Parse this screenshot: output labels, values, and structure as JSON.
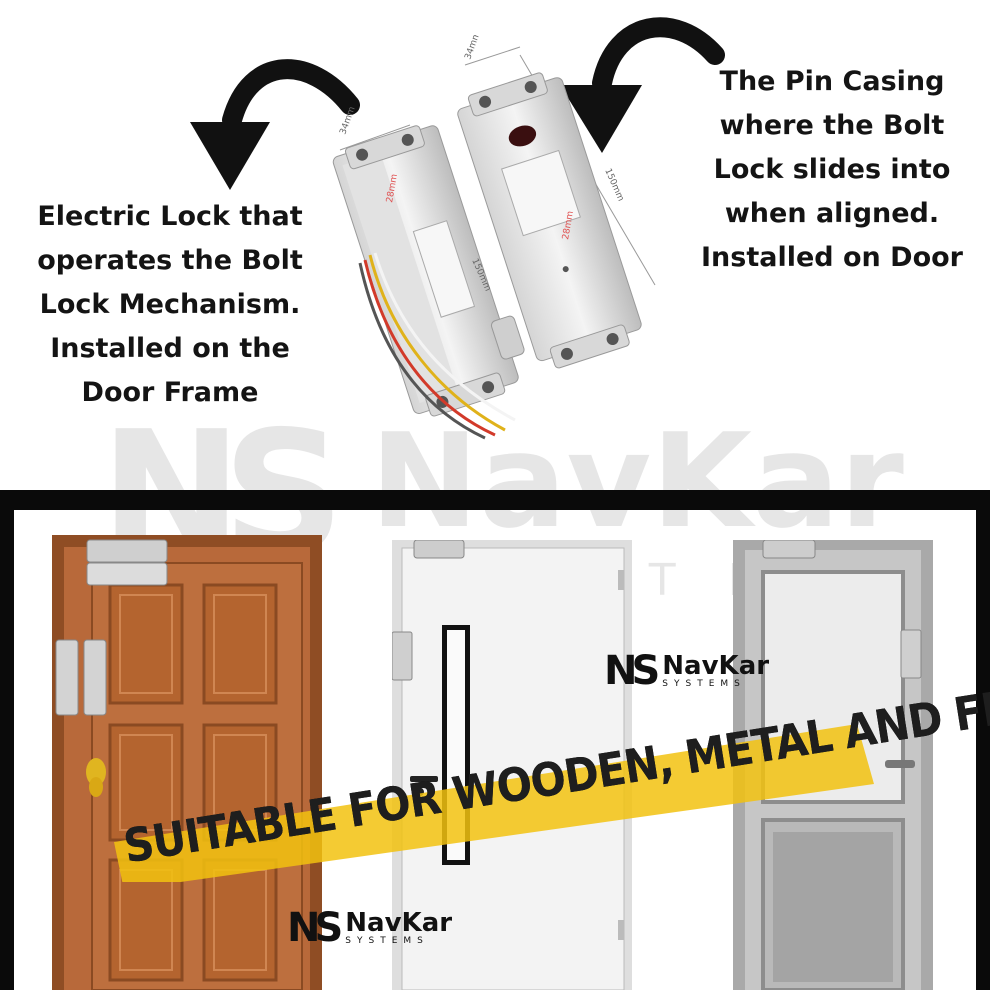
{
  "captions": {
    "left": [
      "Electric Lock that",
      "operates the Bolt",
      "Lock Mechanism.",
      "Installed on the",
      "Door Frame"
    ],
    "right": [
      "The Pin Casing",
      "where the Bolt",
      "Lock slides into",
      "when aligned.",
      "Installed on Door"
    ]
  },
  "dimensions": {
    "width_left": "34mm",
    "width_right": "34mm",
    "length_left": "150mm",
    "length_right": "150mm",
    "depth_left": "28mm",
    "depth_right": "28mm"
  },
  "watermark": {
    "mark": "NS",
    "name": "NavKar",
    "sub": "SYSTEMS"
  },
  "logo": {
    "mark": "NS",
    "name": "NavKar",
    "sub": "SYSTEMS"
  },
  "banner": {
    "text": "SUITABLE FOR WOODEN, METAL AND FIRE DOORS"
  },
  "colors": {
    "highlight": "#f2c20f",
    "wood": "#b8693a",
    "wood_dark": "#8a4a22",
    "metal": "#e9e9e9",
    "steel": "#c9c9c9",
    "arrow": "#111111"
  }
}
